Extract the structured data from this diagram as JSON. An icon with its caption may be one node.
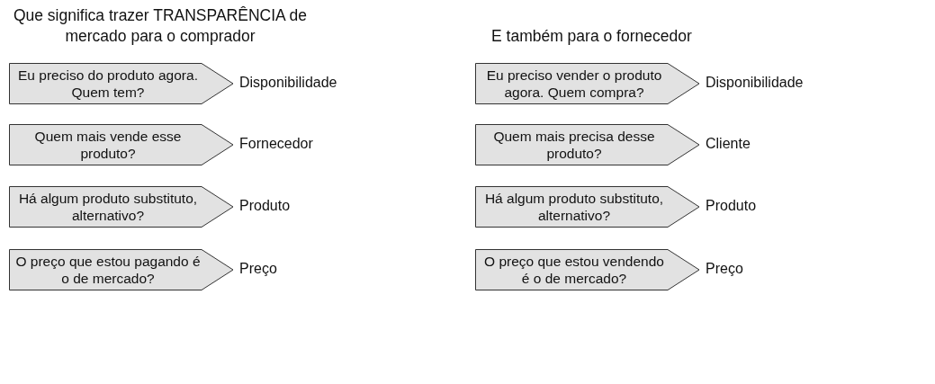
{
  "diagram": {
    "nodes": [
      {
        "text": [
          "Eu preciso do produto agora. Quem tem?"
        ],
        "beside": [
          "Disponibilidade"
        ]
      },
      {
        "text": [
          "Quem mais vende esse produto?"
        ],
        "beside": [
          "Fornecedor"
        ]
      },
      {
        "text": [
          "Há algum produto substituto, alternativo?"
        ],
        "beside": [
          "Produto"
        ]
      },
      {
        "text": [
          "O preço que estou pagando é o de mercado?"
        ],
        "beside": [
          "Preço"
        ]
      },
      {
        "text": [
          "Eu preciso vender o produto agora. Quem compra?"
        ],
        "beside": [
          "Disponibilidade"
        ]
      },
      {
        "text": [
          "Quem mais precisa desse produto?"
        ],
        "beside": [
          "Cliente"
        ]
      },
      {
        "text": [
          "Há algum produto substituto, alternativo?"
        ],
        "beside": [
          "Produto"
        ]
      },
      {
        "text": [
          "O preço que estou vendendo é o de mercado?"
        ],
        "beside": [
          "Preço"
        ]
      }
    ],
    "labels": [
      "Que significa trazer TRANSPARÊNCIA de mercado para o comprador",
      "E também para o fornecedor"
    ]
  }
}
